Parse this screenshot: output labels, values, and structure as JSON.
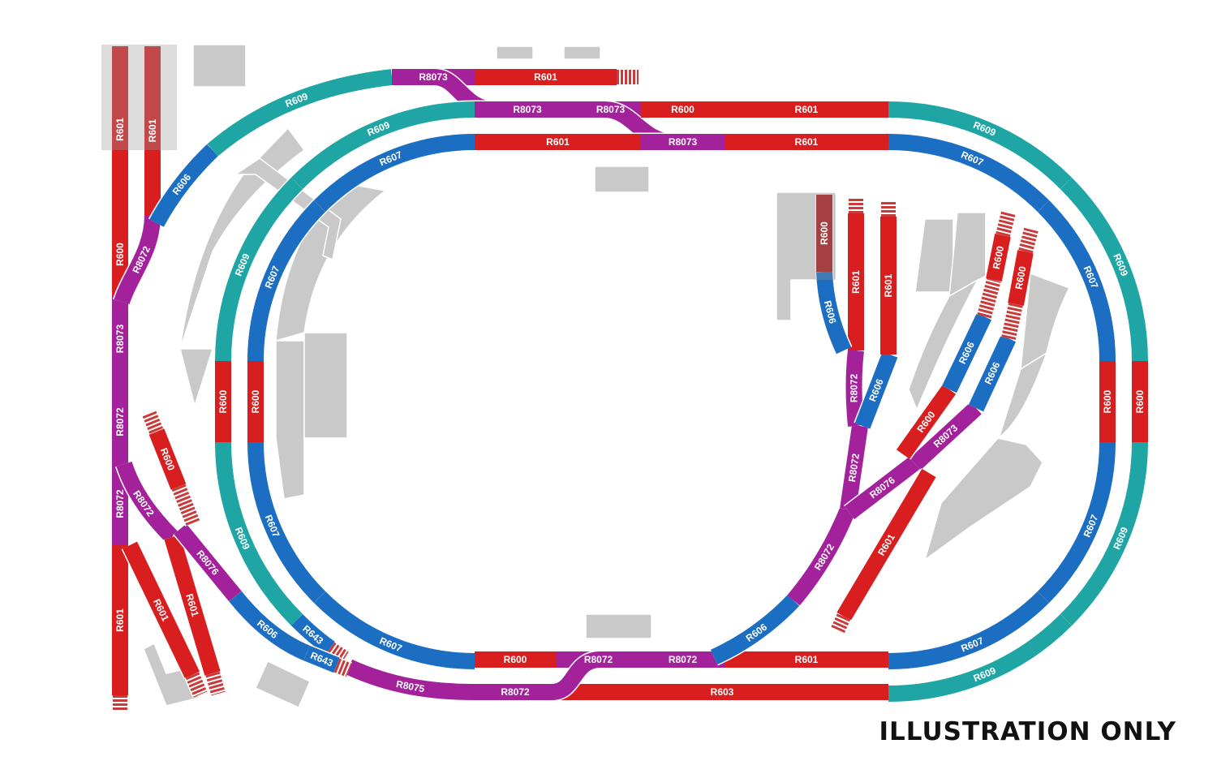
{
  "caption": "ILLUSTRATION ONLY",
  "colors": {
    "red": "#d81e1e",
    "darkred": "#a8191b",
    "purple": "#a3229b",
    "teal": "#1fa5a3",
    "blue": "#1b6ec2",
    "buffer": "#c93a3a",
    "building": "#c9c9c9"
  },
  "tracks": [
    {
      "label": "R601",
      "kind": "red"
    },
    {
      "label": "R600",
      "kind": "red"
    },
    {
      "label": "R8073",
      "kind": "purple"
    },
    {
      "label": "R8072",
      "kind": "purple"
    },
    {
      "label": "R8072",
      "kind": "purple"
    },
    {
      "label": "R601",
      "kind": "red"
    },
    {
      "label": "",
      "kind": "buffer"
    },
    {
      "label": "R601",
      "kind": "red"
    },
    {
      "label": "R8072",
      "kind": "purple"
    },
    {
      "label": "R606",
      "kind": "blue"
    },
    {
      "label": "R609",
      "kind": "teal"
    },
    {
      "label": "R8073",
      "kind": "purple"
    },
    {
      "label": "R601",
      "kind": "red"
    },
    {
      "label": "",
      "kind": "buffer"
    },
    {
      "label": "",
      "kind": "purple"
    },
    {
      "label": "R8073",
      "kind": "purple"
    },
    {
      "label": "R8073",
      "kind": "purple"
    },
    {
      "label": "",
      "kind": "purple"
    },
    {
      "label": "R600",
      "kind": "red"
    },
    {
      "label": "R601",
      "kind": "red"
    },
    {
      "label": "R601",
      "kind": "red"
    },
    {
      "label": "R8073",
      "kind": "purple"
    },
    {
      "label": "R601",
      "kind": "red"
    },
    {
      "label": "R609",
      "kind": "teal"
    },
    {
      "label": "R609",
      "kind": "teal"
    },
    {
      "label": "R607",
      "kind": "blue"
    },
    {
      "label": "R607",
      "kind": "blue"
    },
    {
      "label": "R600",
      "kind": "red"
    },
    {
      "label": "R600",
      "kind": "red"
    },
    {
      "label": "R609",
      "kind": "teal"
    },
    {
      "label": "R643",
      "kind": "blue"
    },
    {
      "label": "",
      "kind": "buffer"
    },
    {
      "label": "R607",
      "kind": "blue"
    },
    {
      "label": "R607",
      "kind": "blue"
    },
    {
      "label": "R600",
      "kind": "red"
    },
    {
      "label": "R8072",
      "kind": "purple"
    },
    {
      "label": "R8072",
      "kind": "purple"
    },
    {
      "label": "R601",
      "kind": "red"
    },
    {
      "label": "R8072",
      "kind": "purple"
    },
    {
      "label": "R603",
      "kind": "red"
    },
    {
      "label": "",
      "kind": "purple"
    },
    {
      "label": "R8075",
      "kind": "purple"
    },
    {
      "label": "R8072",
      "kind": "purple"
    },
    {
      "label": "R601",
      "kind": "red"
    },
    {
      "label": "",
      "kind": "buffer"
    },
    {
      "label": "R8076",
      "kind": "purple"
    },
    {
      "label": "R606",
      "kind": "blue"
    },
    {
      "label": "R643",
      "kind": "blue"
    },
    {
      "label": "",
      "kind": "buffer"
    },
    {
      "label": "R601",
      "kind": "red"
    },
    {
      "label": "",
      "kind": "buffer"
    },
    {
      "label": "",
      "kind": "buffer"
    },
    {
      "label": "R600",
      "kind": "red"
    },
    {
      "label": "",
      "kind": "buffer"
    },
    {
      "label": "R609",
      "kind": "teal"
    },
    {
      "label": "R609",
      "kind": "teal"
    },
    {
      "label": "R607",
      "kind": "blue"
    },
    {
      "label": "R607",
      "kind": "blue"
    },
    {
      "label": "R600",
      "kind": "red"
    },
    {
      "label": "R600",
      "kind": "red"
    },
    {
      "label": "R609",
      "kind": "teal"
    },
    {
      "label": "R609",
      "kind": "teal"
    },
    {
      "label": "R607",
      "kind": "blue"
    },
    {
      "label": "R607",
      "kind": "blue"
    },
    {
      "label": "R606",
      "kind": "blue"
    },
    {
      "label": "R8072",
      "kind": "purple"
    },
    {
      "label": "R8072",
      "kind": "purple"
    },
    {
      "label": "R8072",
      "kind": "purple"
    },
    {
      "label": "R601",
      "kind": "red"
    },
    {
      "label": "",
      "kind": "buffer"
    },
    {
      "label": "R606",
      "kind": "blue"
    },
    {
      "label": "R600",
      "kind": "darkred"
    },
    {
      "label": "R606",
      "kind": "blue"
    },
    {
      "label": "R601",
      "kind": "red"
    },
    {
      "label": "",
      "kind": "buffer"
    },
    {
      "label": "R8076",
      "kind": "purple"
    },
    {
      "label": "R8073",
      "kind": "purple"
    },
    {
      "label": "R600",
      "kind": "red"
    },
    {
      "label": "R606",
      "kind": "blue"
    },
    {
      "label": "",
      "kind": "buffer"
    },
    {
      "label": "R600",
      "kind": "red"
    },
    {
      "label": "",
      "kind": "buffer"
    },
    {
      "label": "R606",
      "kind": "blue"
    },
    {
      "label": "",
      "kind": "buffer"
    },
    {
      "label": "R600",
      "kind": "red"
    },
    {
      "label": "",
      "kind": "buffer"
    },
    {
      "label": "R601",
      "kind": "red"
    },
    {
      "label": "",
      "kind": "buffer"
    }
  ]
}
